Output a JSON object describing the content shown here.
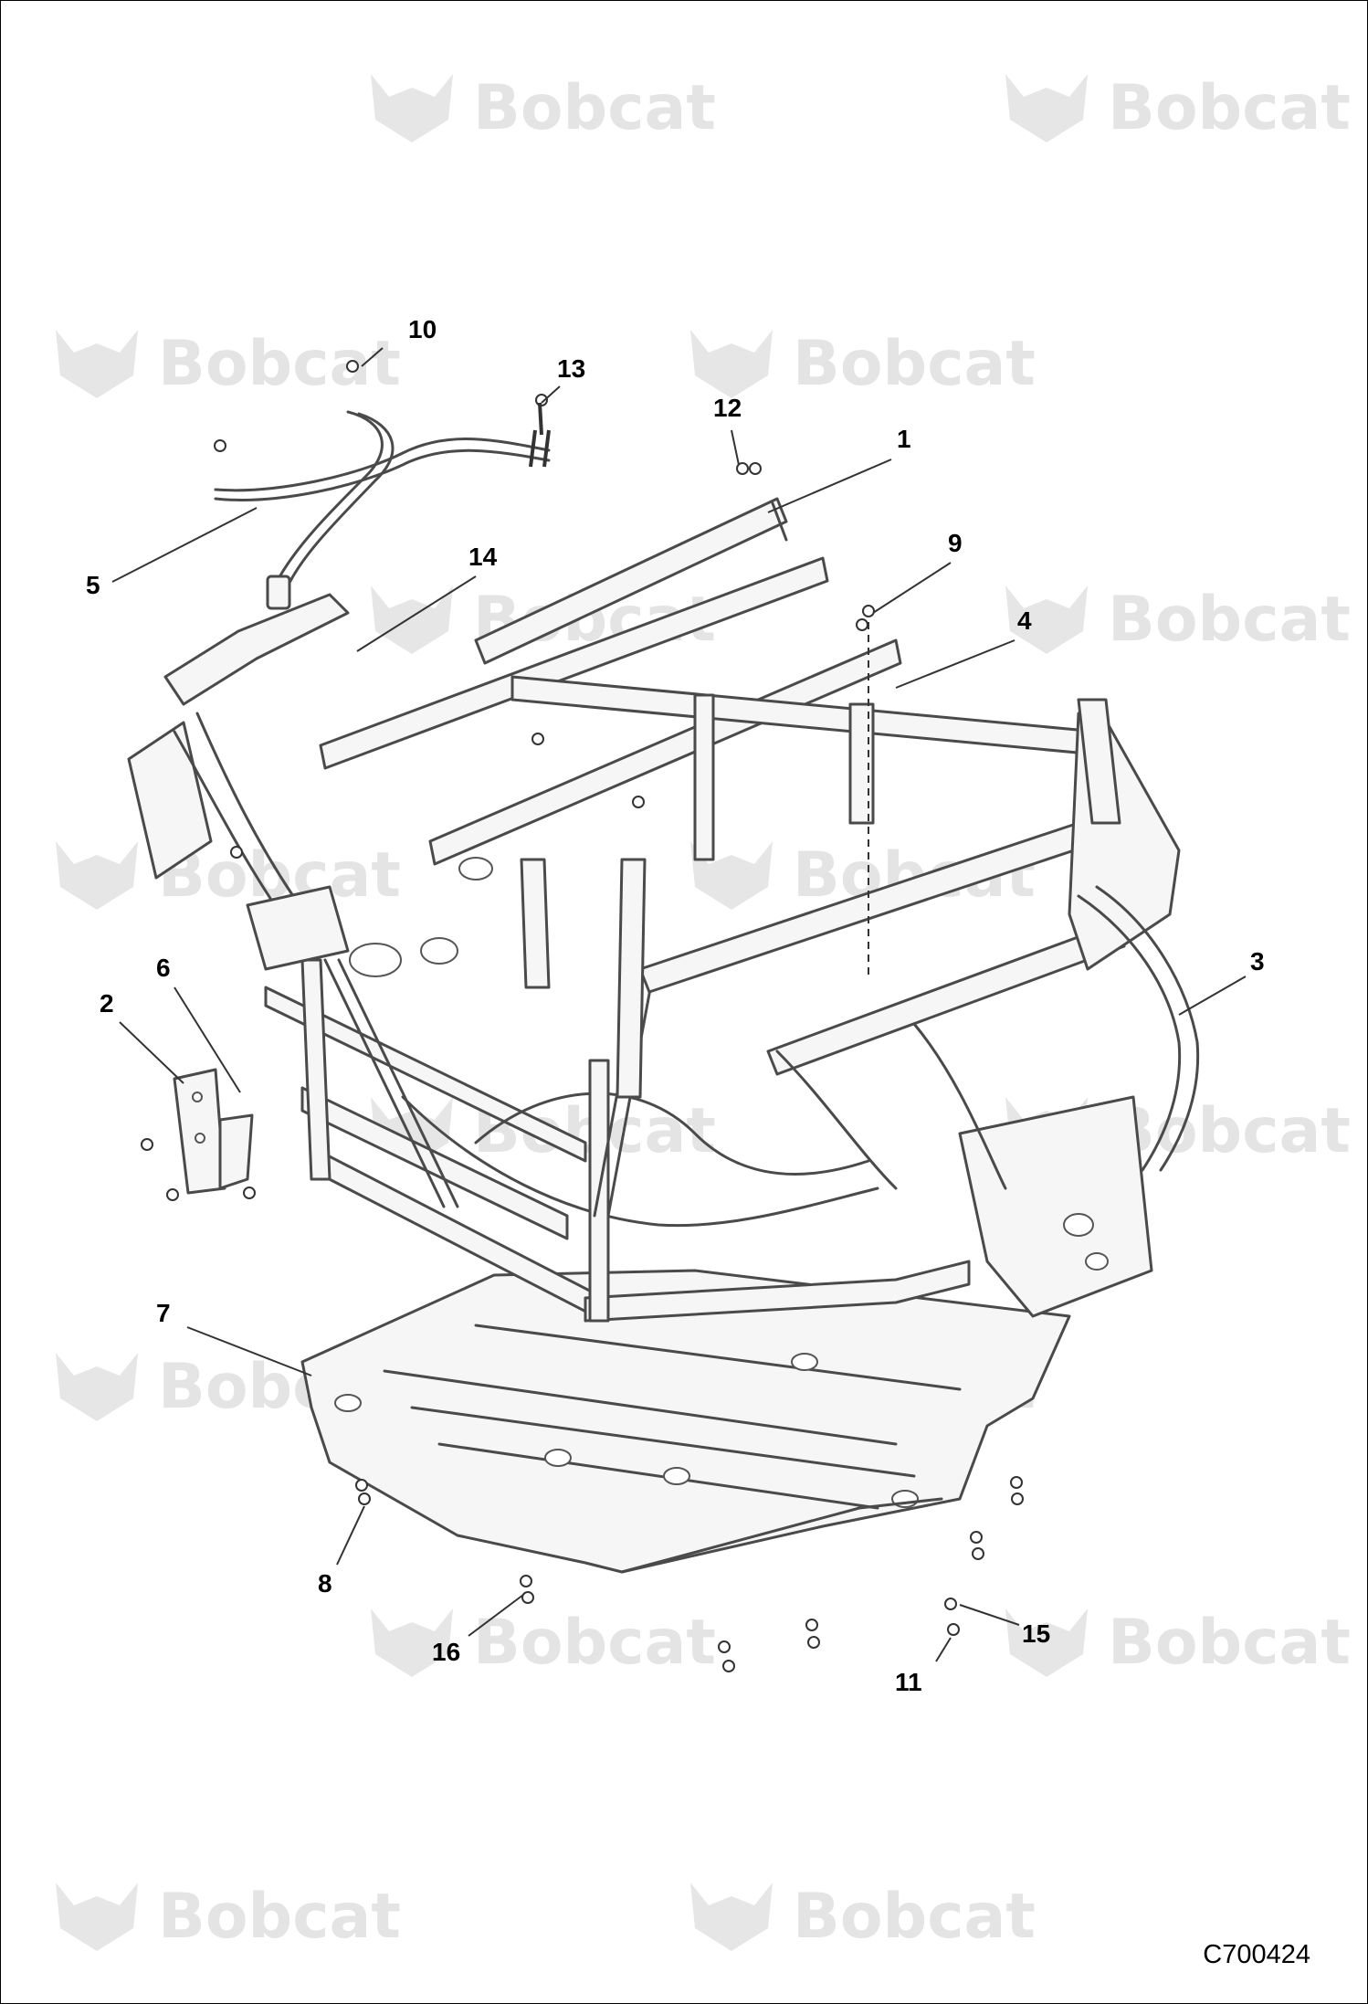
{
  "watermark": {
    "brand": "Bobcat",
    "mark": "."
  },
  "callouts": [
    "10",
    "13",
    "12",
    "1",
    "5",
    "14",
    "9",
    "4",
    "3",
    "6",
    "2",
    "7",
    "8",
    "16",
    "11",
    "15"
  ],
  "figure_code": "C700424"
}
